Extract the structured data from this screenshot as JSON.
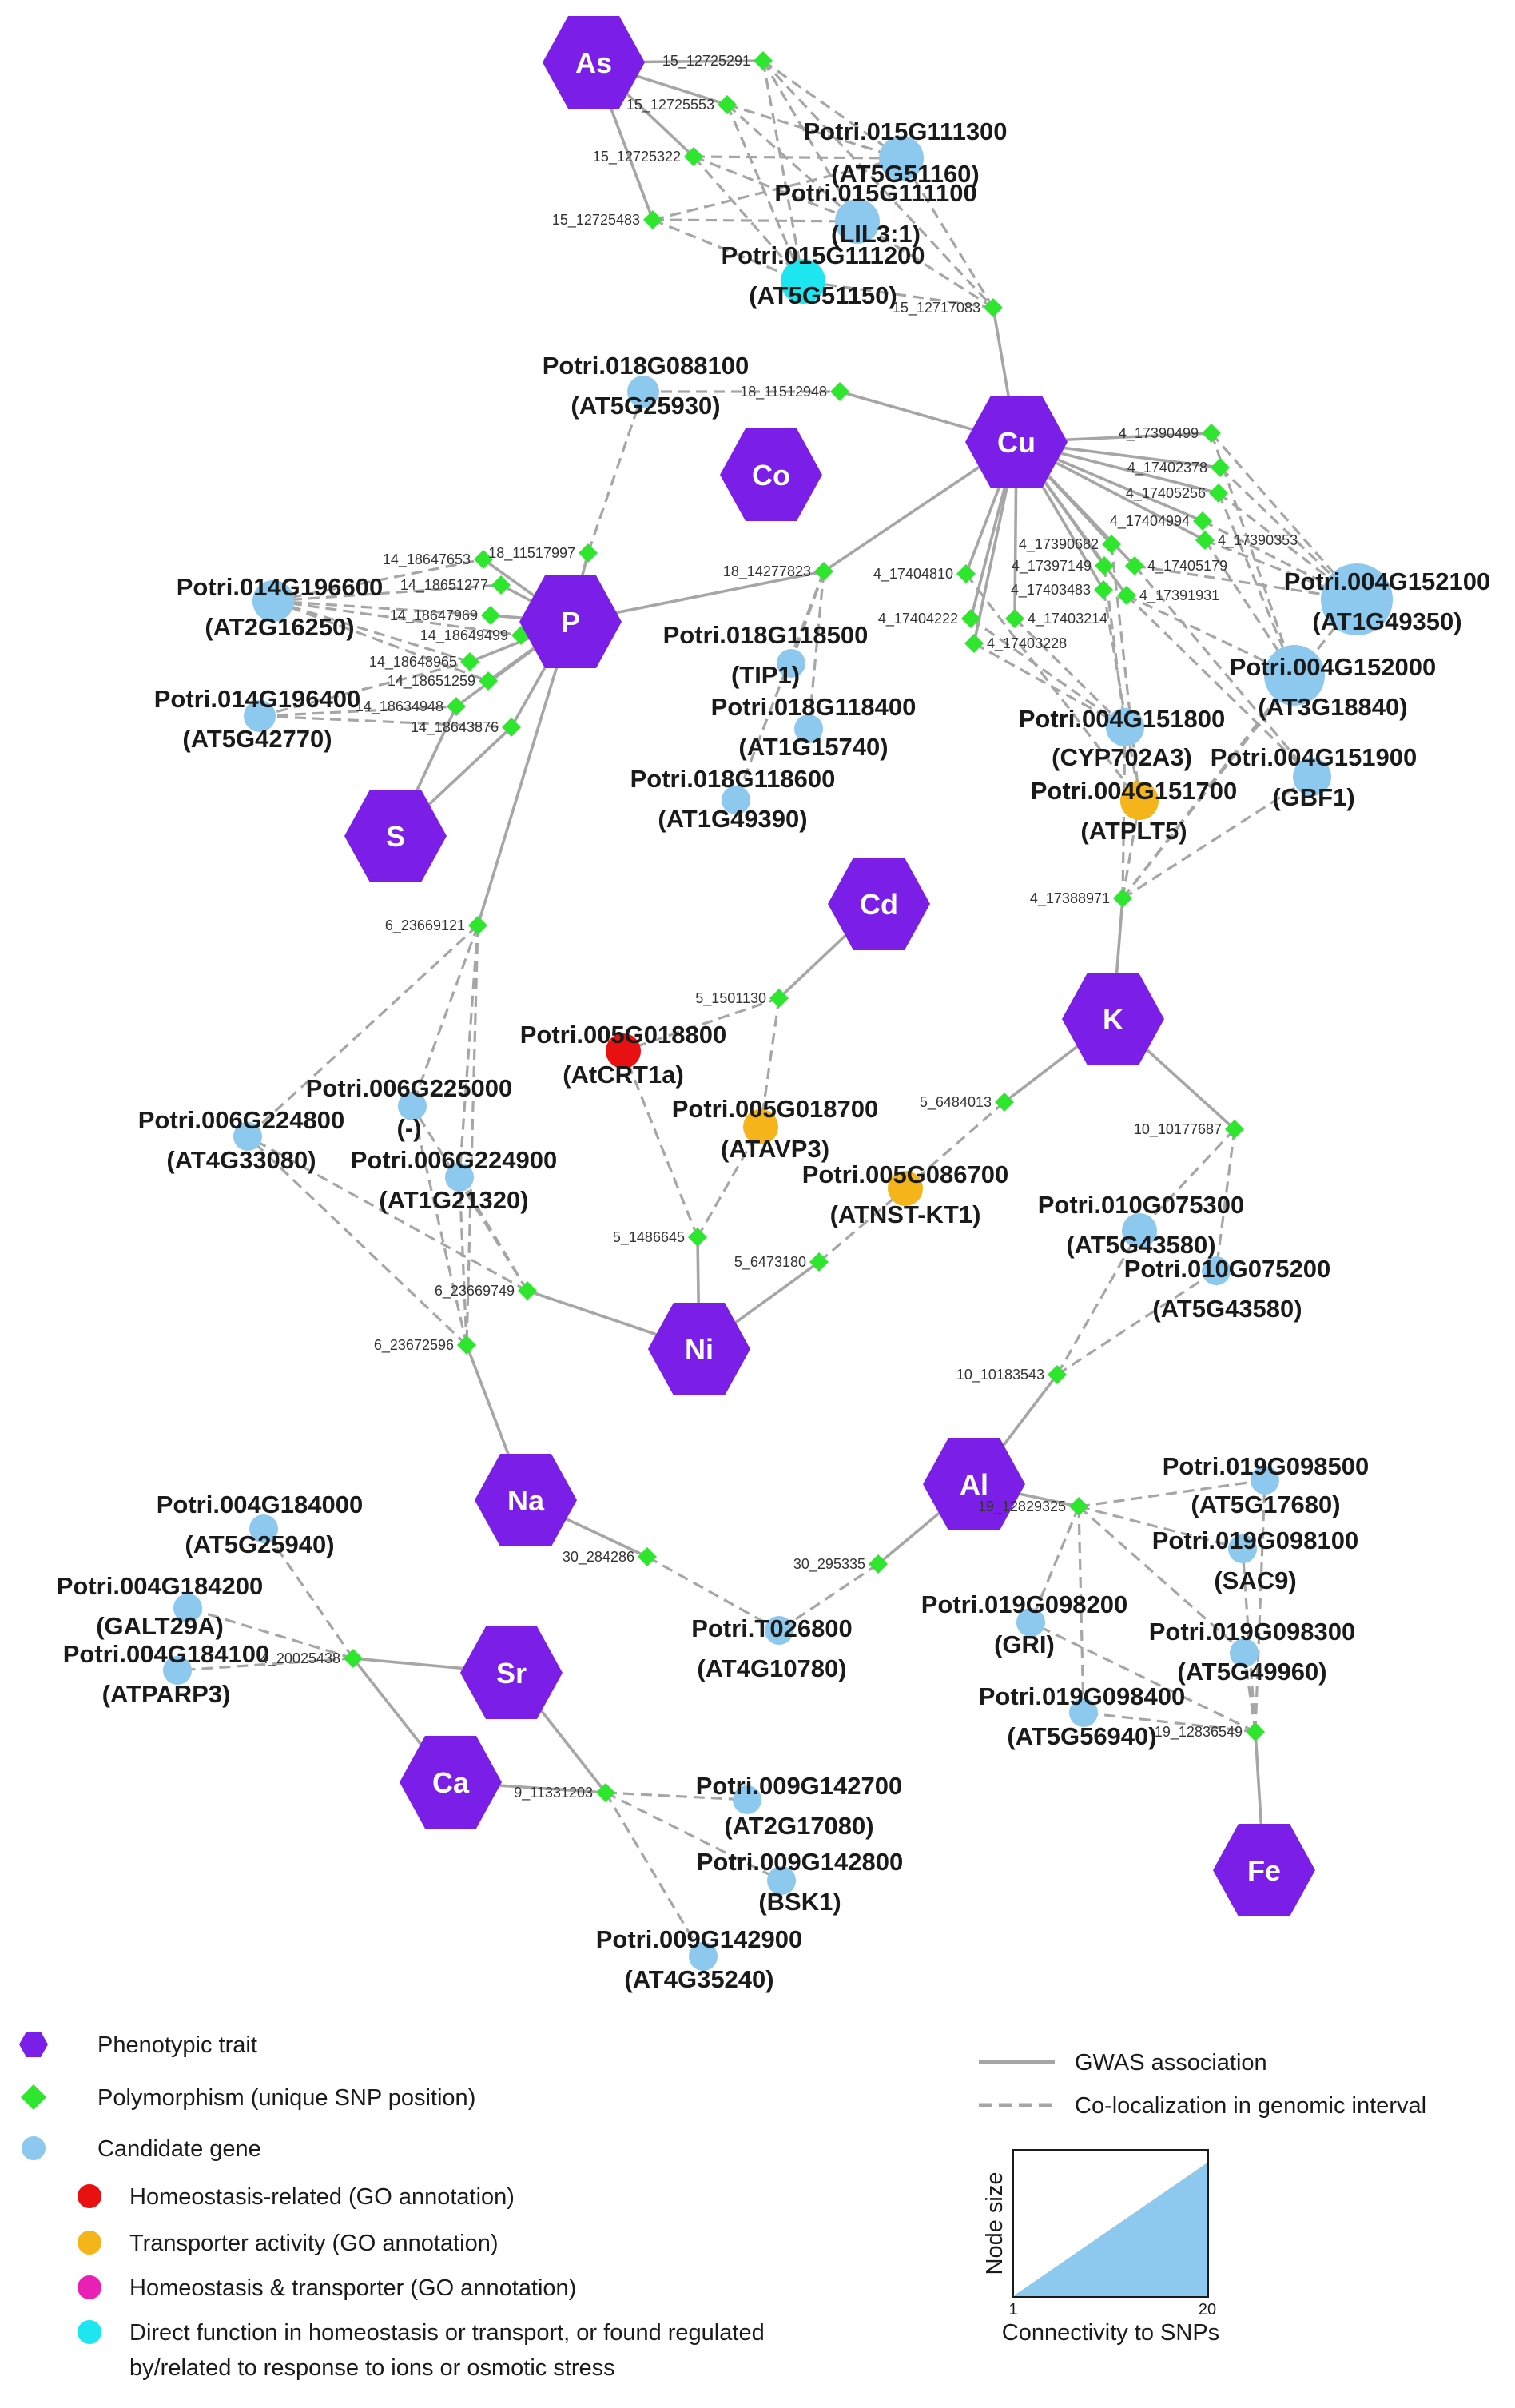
{
  "colors": {
    "trait": "#7b1fe8",
    "snp": "#2ee62e",
    "gene": "#8dc8ef",
    "homeostasis": "#e81010",
    "transporter": "#f4b41a",
    "both": "#e820b4",
    "direct": "#1ee6f0",
    "edge": "#a6a6a6"
  },
  "traits": [
    {
      "id": "As",
      "label": "As"
    },
    {
      "id": "Cu",
      "label": "Cu"
    },
    {
      "id": "Co",
      "label": "Co"
    },
    {
      "id": "P",
      "label": "P"
    },
    {
      "id": "S",
      "label": "S"
    },
    {
      "id": "Cd",
      "label": "Cd"
    },
    {
      "id": "K",
      "label": "K"
    },
    {
      "id": "Ni",
      "label": "Ni"
    },
    {
      "id": "Na",
      "label": "Na"
    },
    {
      "id": "Al",
      "label": "Al"
    },
    {
      "id": "Sr",
      "label": "Sr"
    },
    {
      "id": "Ca",
      "label": "Ca"
    },
    {
      "id": "Fe",
      "label": "Fe"
    }
  ],
  "snps": [
    {
      "id": "15_12725291",
      "label": "15_12725291"
    },
    {
      "id": "15_12725553",
      "label": "15_12725553"
    },
    {
      "id": "15_12725322",
      "label": "15_12725322"
    },
    {
      "id": "15_12725483",
      "label": "15_12725483"
    },
    {
      "id": "15_12717083",
      "label": "15_12717083"
    },
    {
      "id": "18_11512948",
      "label": "18_11512948"
    },
    {
      "id": "18_11517997",
      "label": "18_11517997"
    },
    {
      "id": "18_14277823",
      "label": "18_14277823"
    },
    {
      "id": "14_18647653",
      "label": "14_18647653"
    },
    {
      "id": "14_18651277",
      "label": "14_18651277"
    },
    {
      "id": "14_18647969",
      "label": "14_18647969"
    },
    {
      "id": "14_18649499",
      "label": "14_18649499"
    },
    {
      "id": "14_18648965",
      "label": "14_18648965"
    },
    {
      "id": "14_18651259",
      "label": "14_18651259"
    },
    {
      "id": "14_18634948",
      "label": "14_18634948"
    },
    {
      "id": "14_18643876",
      "label": "14_18643876"
    },
    {
      "id": "4_17390499",
      "label": "4_17390499"
    },
    {
      "id": "4_17402378",
      "label": "4_17402378"
    },
    {
      "id": "4_17405256",
      "label": "4_17405256"
    },
    {
      "id": "4_17404994",
      "label": "4_17404994"
    },
    {
      "id": "4_17390682",
      "label": "4_17390682"
    },
    {
      "id": "4_17390353",
      "label": "4_17390353"
    },
    {
      "id": "4_17404810",
      "label": "4_17404810"
    },
    {
      "id": "4_17397149",
      "label": "4_17397149"
    },
    {
      "id": "4_17405179",
      "label": "4_17405179"
    },
    {
      "id": "4_17403483",
      "label": "4_17403483"
    },
    {
      "id": "4_17391931",
      "label": "4_17391931"
    },
    {
      "id": "4_17404222",
      "label": "4_17404222"
    },
    {
      "id": "4_17403214",
      "label": "4_17403214"
    },
    {
      "id": "4_17403228",
      "label": "4_17403228"
    },
    {
      "id": "4_17388971",
      "label": "4_17388971"
    },
    {
      "id": "6_23669121",
      "label": "6_23669121"
    },
    {
      "id": "5_1501130",
      "label": "5_1501130"
    },
    {
      "id": "5_6484013",
      "label": "5_6484013"
    },
    {
      "id": "10_10177687",
      "label": "10_10177687"
    },
    {
      "id": "5_1486645",
      "label": "5_1486645"
    },
    {
      "id": "5_6473180",
      "label": "5_6473180"
    },
    {
      "id": "6_23669749",
      "label": "6_23669749"
    },
    {
      "id": "6_23672596",
      "label": "6_23672596"
    },
    {
      "id": "10_10183543",
      "label": "10_10183543"
    },
    {
      "id": "19_12829325",
      "label": "19_12829325"
    },
    {
      "id": "30_284286",
      "label": "30_284286"
    },
    {
      "id": "30_295335",
      "label": "30_295335"
    },
    {
      "id": "4_20025438",
      "label": "4_20025438"
    },
    {
      "id": "19_12836549",
      "label": "19_12836549"
    },
    {
      "id": "9_11331203",
      "label": "9_11331203"
    }
  ],
  "genes": [
    {
      "id": "g015G111300",
      "name": "Potri.015G111300",
      "alias": "(AT5G51160)",
      "category": "candidate"
    },
    {
      "id": "g015G111100",
      "name": "Potri.015G111100",
      "alias": "(LIL3:1)",
      "category": "candidate"
    },
    {
      "id": "g015G111200",
      "name": "Potri.015G111200",
      "alias": "(AT5G51150)",
      "category": "direct"
    },
    {
      "id": "g018G088100",
      "name": "Potri.018G088100",
      "alias": "(AT5G25930)",
      "category": "candidate"
    },
    {
      "id": "g014G196600",
      "name": "Potri.014G196600",
      "alias": "(AT2G16250)",
      "category": "candidate"
    },
    {
      "id": "g014G196400",
      "name": "Potri.014G196400",
      "alias": "(AT5G42770)",
      "category": "candidate"
    },
    {
      "id": "g018G118500",
      "name": "Potri.018G118500",
      "alias": "(TIP1)",
      "category": "candidate"
    },
    {
      "id": "g018G118400",
      "name": "Potri.018G118400",
      "alias": "(AT1G15740)",
      "category": "candidate"
    },
    {
      "id": "g018G118600",
      "name": "Potri.018G118600",
      "alias": "(AT1G49390)",
      "category": "candidate"
    },
    {
      "id": "g004G152100",
      "name": "Potri.004G152100",
      "alias": "(AT1G49350)",
      "category": "candidate"
    },
    {
      "id": "g004G152000",
      "name": "Potri.004G152000",
      "alias": "(AT3G18840)",
      "category": "candidate"
    },
    {
      "id": "g004G151800",
      "name": "Potri.004G151800",
      "alias": "(CYP702A3)",
      "category": "candidate"
    },
    {
      "id": "g004G151900",
      "name": "Potri.004G151900",
      "alias": "(GBF1)",
      "category": "candidate"
    },
    {
      "id": "g004G151700",
      "name": "Potri.004G151700",
      "alias": "(ATPLT5)",
      "category": "transporter"
    },
    {
      "id": "g005G018800",
      "name": "Potri.005G018800",
      "alias": "(AtCRT1a)",
      "category": "homeostasis"
    },
    {
      "id": "g006G225000",
      "name": "Potri.006G225000",
      "alias": "(-)",
      "category": "candidate"
    },
    {
      "id": "g005G018700",
      "name": "Potri.005G018700",
      "alias": "(ATAVP3)",
      "category": "transporter"
    },
    {
      "id": "g006G224800",
      "name": "Potri.006G224800",
      "alias": "(AT4G33080)",
      "category": "candidate"
    },
    {
      "id": "g006G224900",
      "name": "Potri.006G224900",
      "alias": "(AT1G21320)",
      "category": "candidate"
    },
    {
      "id": "g005G086700",
      "name": "Potri.005G086700",
      "alias": "(ATNST-KT1)",
      "category": "transporter"
    },
    {
      "id": "g010G075300",
      "name": "Potri.010G075300",
      "alias": "(AT5G43580)",
      "category": "candidate"
    },
    {
      "id": "g010G075200",
      "name": "Potri.010G075200",
      "alias": "(AT5G43580)",
      "category": "candidate"
    },
    {
      "id": "g019G098500",
      "name": "Potri.019G098500",
      "alias": "(AT5G17680)",
      "category": "candidate"
    },
    {
      "id": "g019G098100",
      "name": "Potri.019G098100",
      "alias": "(SAC9)",
      "category": "candidate"
    },
    {
      "id": "g019G098200",
      "name": "Potri.019G098200",
      "alias": "(GRI)",
      "category": "candidate"
    },
    {
      "id": "g019G098300",
      "name": "Potri.019G098300",
      "alias": "(AT5G49960)",
      "category": "candidate"
    },
    {
      "id": "g019G098400",
      "name": "Potri.019G098400",
      "alias": "(AT5G56940)",
      "category": "candidate"
    },
    {
      "id": "gT026800",
      "name": "Potri.T026800",
      "alias": "(AT4G10780)",
      "category": "candidate"
    },
    {
      "id": "g004G184000",
      "name": "Potri.004G184000",
      "alias": "(AT5G25940)",
      "category": "candidate"
    },
    {
      "id": "g004G184200",
      "name": "Potri.004G184200",
      "alias": "(GALT29A)",
      "category": "candidate"
    },
    {
      "id": "g004G184100",
      "name": "Potri.004G184100",
      "alias": "(ATPARP3)",
      "category": "candidate"
    },
    {
      "id": "g009G142700",
      "name": "Potri.009G142700",
      "alias": "(AT2G17080)",
      "category": "candidate"
    },
    {
      "id": "g009G142800",
      "name": "Potri.009G142800",
      "alias": "(BSK1)",
      "category": "candidate"
    },
    {
      "id": "g009G142900",
      "name": "Potri.009G142900",
      "alias": "(AT4G35240)",
      "category": "candidate"
    }
  ],
  "edges_gwas": [
    [
      "As",
      "15_12725291"
    ],
    [
      "As",
      "15_12725553"
    ],
    [
      "As",
      "15_12725322"
    ],
    [
      "As",
      "15_12725483"
    ],
    [
      "15_12717083",
      "Cu"
    ],
    [
      "18_11512948",
      "Cu"
    ],
    [
      "18_14277823",
      "Cu"
    ],
    [
      "18_14277823",
      "P"
    ],
    [
      "4_17390499",
      "Cu"
    ],
    [
      "4_17402378",
      "Cu"
    ],
    [
      "4_17405256",
      "Cu"
    ],
    [
      "4_17404994",
      "Cu"
    ],
    [
      "4_17390682",
      "Cu"
    ],
    [
      "4_17390353",
      "Cu"
    ],
    [
      "4_17404810",
      "Cu"
    ],
    [
      "4_17397149",
      "Cu"
    ],
    [
      "4_17405179",
      "Cu"
    ],
    [
      "4_17403483",
      "Cu"
    ],
    [
      "4_17391931",
      "Cu"
    ],
    [
      "4_17404222",
      "Cu"
    ],
    [
      "4_17403214",
      "Cu"
    ],
    [
      "4_17403228",
      "Cu"
    ],
    [
      "P",
      "14_18647653"
    ],
    [
      "P",
      "14_18651277"
    ],
    [
      "P",
      "14_18647969"
    ],
    [
      "P",
      "14_18649499"
    ],
    [
      "P",
      "14_18648965"
    ],
    [
      "P",
      "14_18651259"
    ],
    [
      "P",
      "14_18634948"
    ],
    [
      "P",
      "14_18643876"
    ],
    [
      "P",
      "18_11517997"
    ],
    [
      "S",
      "14_18634948"
    ],
    [
      "S",
      "14_18643876"
    ],
    [
      "P",
      "6_23669121"
    ],
    [
      "4_17388971",
      "K"
    ],
    [
      "Cd",
      "5_1501130"
    ],
    [
      "K",
      "5_6484013"
    ],
    [
      "K",
      "10_10177687"
    ],
    [
      "5_1486645",
      "Ni"
    ],
    [
      "5_6473180",
      "Ni"
    ],
    [
      "6_23669749",
      "Ni"
    ],
    [
      "6_23672596",
      "Na"
    ],
    [
      "10_10183543",
      "Al"
    ],
    [
      "Al",
      "19_12829325"
    ],
    [
      "Al",
      "30_295335"
    ],
    [
      "Na",
      "30_284286"
    ],
    [
      "4_20025438",
      "Sr"
    ],
    [
      "4_20025438",
      "Ca"
    ],
    [
      "Sr",
      "9_11331203"
    ],
    [
      "Ca",
      "9_11331203"
    ],
    [
      "19_12836549",
      "Fe"
    ]
  ],
  "edges_coloc": [
    [
      "15_12725291",
      "g015G111300"
    ],
    [
      "15_12725553",
      "g015G111300"
    ],
    [
      "15_12725322",
      "g015G111300"
    ],
    [
      "15_12725483",
      "g015G111300"
    ],
    [
      "15_12725291",
      "g015G111100"
    ],
    [
      "15_12725553",
      "g015G111100"
    ],
    [
      "15_12725322",
      "g015G111100"
    ],
    [
      "15_12725483",
      "g015G111100"
    ],
    [
      "15_12725291",
      "g015G111200"
    ],
    [
      "15_12725553",
      "g015G111200"
    ],
    [
      "15_12725322",
      "g015G111200"
    ],
    [
      "15_12725483",
      "g015G111200"
    ],
    [
      "15_12717083",
      "g015G111300"
    ],
    [
      "15_12717083",
      "g015G111100"
    ],
    [
      "15_12717083",
      "g015G111200"
    ],
    [
      "15_12725291",
      "15_12717083"
    ],
    [
      "g018G088100",
      "18_11512948"
    ],
    [
      "g018G088100",
      "18_11517997"
    ],
    [
      "18_14277823",
      "g018G118500"
    ],
    [
      "18_14277823",
      "g018G118400"
    ],
    [
      "18_14277823",
      "g018G118600"
    ],
    [
      "g014G196600",
      "14_18647653"
    ],
    [
      "g014G196600",
      "14_18651277"
    ],
    [
      "g014G196600",
      "14_18647969"
    ],
    [
      "g014G196600",
      "14_18649499"
    ],
    [
      "g014G196600",
      "14_18648965"
    ],
    [
      "g014G196600",
      "14_18651259"
    ],
    [
      "g014G196400",
      "14_18634948"
    ],
    [
      "g014G196400",
      "14_18643876"
    ],
    [
      "g014G196400",
      "14_18648965"
    ],
    [
      "4_17390499",
      "g004G152100"
    ],
    [
      "4_17402378",
      "g004G152100"
    ],
    [
      "4_17405256",
      "g004G152100"
    ],
    [
      "4_17404994",
      "g004G152100"
    ],
    [
      "4_17390353",
      "g004G152100"
    ],
    [
      "4_17405179",
      "g004G152100"
    ],
    [
      "4_17390499",
      "g004G152000"
    ],
    [
      "4_17405256",
      "g004G152000"
    ],
    [
      "4_17390353",
      "g004G152000"
    ],
    [
      "4_17391931",
      "g004G152000"
    ],
    [
      "4_17403214",
      "g004G151800"
    ],
    [
      "4_17404222",
      "g004G151800"
    ],
    [
      "4_17397149",
      "g004G151800"
    ],
    [
      "4_17391931",
      "g004G151900"
    ],
    [
      "4_17405179",
      "g004G151900"
    ],
    [
      "4_17390682",
      "g004G151700"
    ],
    [
      "4_17403483",
      "g004G151700"
    ],
    [
      "4_17403228",
      "g004G151800"
    ],
    [
      "4_17404810",
      "g004G151700"
    ],
    [
      "4_17388971",
      "g004G151800"
    ],
    [
      "4_17388971",
      "g004G151900"
    ],
    [
      "4_17388971",
      "g004G151700"
    ],
    [
      "4_17388971",
      "g004G152000"
    ],
    [
      "4_17388971",
      "g004G152100"
    ],
    [
      "6_23669121",
      "g006G225000"
    ],
    [
      "6_23669121",
      "g006G224800"
    ],
    [
      "6_23669121",
      "g006G224900"
    ],
    [
      "6_23669121",
      "6_23672596"
    ],
    [
      "6_23669749",
      "g006G225000"
    ],
    [
      "6_23669749",
      "g006G224800"
    ],
    [
      "6_23669749",
      "g006G224900"
    ],
    [
      "6_23672596",
      "g006G225000"
    ],
    [
      "6_23672596",
      "g006G224800"
    ],
    [
      "6_23672596",
      "g006G224900"
    ],
    [
      "5_1501130",
      "g005G018800"
    ],
    [
      "5_1501130",
      "g005G018700"
    ],
    [
      "5_1486645",
      "g005G018800"
    ],
    [
      "5_1486645",
      "g005G018700"
    ],
    [
      "5_6484013",
      "g005G086700"
    ],
    [
      "5_6473180",
      "g005G086700"
    ],
    [
      "10_10177687",
      "g010G075300"
    ],
    [
      "10_10177687",
      "g010G075200"
    ],
    [
      "10_10183543",
      "g010G075300"
    ],
    [
      "10_10183543",
      "g010G075200"
    ],
    [
      "19_12829325",
      "g019G098500"
    ],
    [
      "19_12829325",
      "g019G098100"
    ],
    [
      "19_12829325",
      "g019G098200"
    ],
    [
      "19_12829325",
      "g019G098300"
    ],
    [
      "19_12829325",
      "g019G098400"
    ],
    [
      "19_12836549",
      "g019G098500"
    ],
    [
      "19_12836549",
      "g019G098100"
    ],
    [
      "19_12836549",
      "g019G098200"
    ],
    [
      "19_12836549",
      "g019G098300"
    ],
    [
      "19_12836549",
      "g019G098400"
    ],
    [
      "30_284286",
      "gT026800"
    ],
    [
      "30_295335",
      "gT026800"
    ],
    [
      "4_20025438",
      "g004G184000"
    ],
    [
      "4_20025438",
      "g004G184200"
    ],
    [
      "4_20025438",
      "g004G184100"
    ],
    [
      "9_11331203",
      "g009G142700"
    ],
    [
      "9_11331203",
      "g009G142800"
    ],
    [
      "9_11331203",
      "g009G142900"
    ]
  ],
  "legend": {
    "trait": "Phenotypic trait",
    "snp": "Polymorphism (unique SNP position)",
    "gene": "Candidate gene",
    "homeostasis": "Homeostasis-related (GO annotation)",
    "transporter": "Transporter activity (GO annotation)",
    "both": "Homeostasis & transporter (GO annotation)",
    "direct_line1": "Direct function in homeostasis or transport, or found regulated",
    "direct_line2": "by/related to response to ions or osmotic stress",
    "gwas": "GWAS association",
    "coloc": "Co-localization in genomic interval",
    "size_axis_y": "Node size",
    "size_axis_x": "Connectivity to SNPs",
    "size_min": "1",
    "size_max": "20"
  }
}
